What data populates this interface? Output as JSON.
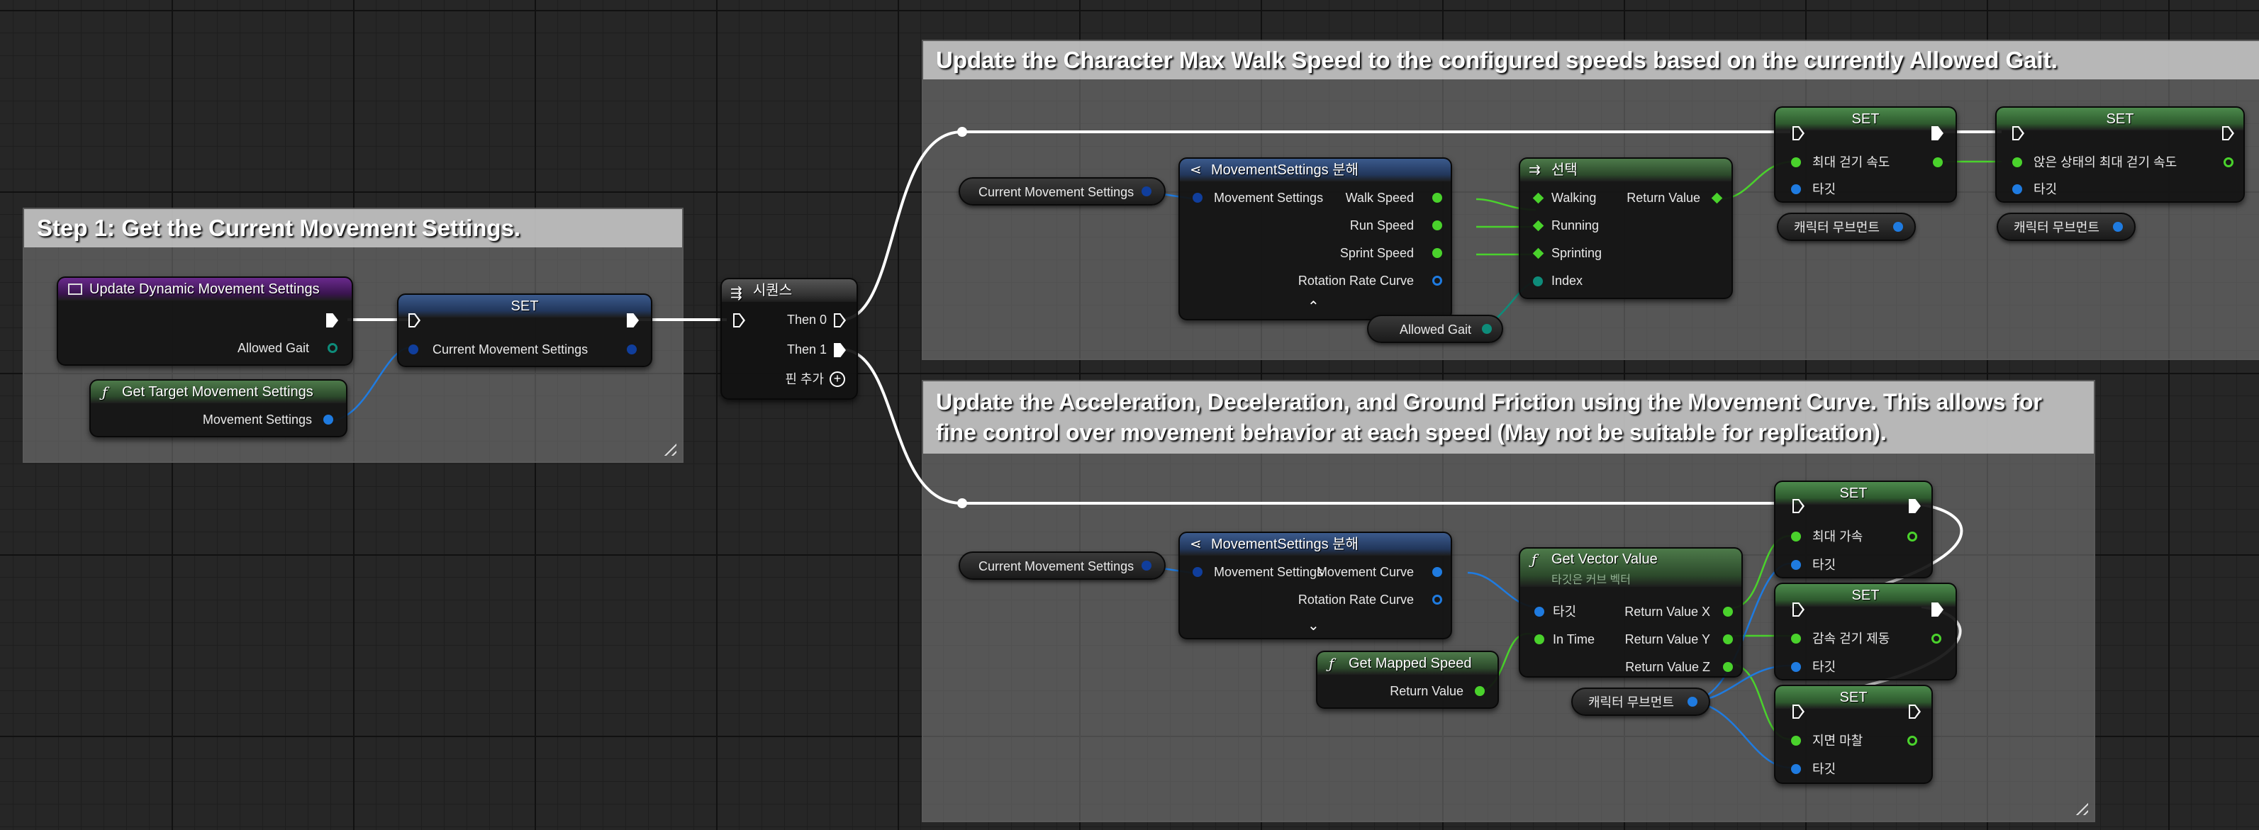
{
  "comments": {
    "step1": "Step 1: Get the Current Movement Settings.",
    "max_walk": "Update the Character Max Walk Speed to the configured speeds based on the currently Allowed Gait.",
    "accel": "Update the Acceleration, Deceleration, and Ground Friction using the Movement Curve. This allows for fine control over movement behavior at each speed (May not be suitable for replication)."
  },
  "nodes": {
    "update_dynamic": {
      "title": "Update Dynamic Movement Settings",
      "allowed_gait": "Allowed Gait"
    },
    "get_target": {
      "title": "Get Target Movement Settings",
      "movement_settings": "Movement Settings"
    },
    "set_current": {
      "title": "SET",
      "current_movement_settings": "Current Movement Settings"
    },
    "sequence": {
      "title": "시퀀스",
      "then0": "Then 0",
      "then1": "Then 1",
      "add_pin": "핀 추가"
    },
    "break_top": {
      "title": "MovementSettings 분해",
      "input": "Movement Settings",
      "walk_speed": "Walk Speed",
      "run_speed": "Run Speed",
      "sprint_speed": "Sprint Speed",
      "rotation_rate_curve": "Rotation Rate Curve"
    },
    "select": {
      "title": "선택",
      "walking": "Walking",
      "running": "Running",
      "sprinting": "Sprinting",
      "index": "Index",
      "return_value": "Return Value"
    },
    "set_max_walk": {
      "title": "SET",
      "field": "최대 걷기 속도",
      "target": "타깃"
    },
    "set_max_walk_crouch": {
      "title": "SET",
      "field": "앉은 상태의 최대 걷기 속도",
      "target": "타깃"
    },
    "break_bottom": {
      "title": "MovementSettings 분해",
      "input": "Movement Settings",
      "movement_curve": "Movement Curve",
      "rotation_rate_curve": "Rotation Rate Curve"
    },
    "get_vector": {
      "title": "Get Vector Value",
      "subtitle": "타깃은 커브 벡터",
      "target": "타깃",
      "in_time": "In Time",
      "rx": "Return Value X",
      "ry": "Return Value Y",
      "rz": "Return Value Z"
    },
    "get_mapped": {
      "title": "Get Mapped Speed",
      "return_value": "Return Value"
    },
    "set_accel": {
      "title": "SET",
      "field": "최대 가속",
      "target": "타깃"
    },
    "set_decel": {
      "title": "SET",
      "field": "감속 걷기 제동",
      "target": "타깃"
    },
    "set_friction": {
      "title": "SET",
      "field": "지면 마찰",
      "target": "타깃"
    }
  },
  "variables": {
    "current_ms_top": "Current Movement Settings",
    "current_ms_bottom": "Current Movement Settings",
    "allowed_gait": "Allowed Gait",
    "char_movement_1": "캐릭터 무브먼트",
    "char_movement_2": "캐릭터 무브먼트",
    "char_movement_3": "캐릭터 무브먼트"
  },
  "colors": {
    "exec": "#ffffff",
    "struct_pin": "#1f7be0",
    "float_pin": "#4ad22c",
    "enum_pin": "#0e8c7a",
    "comment_bg": "#7d7d7d"
  },
  "icons": {
    "function": "function-icon",
    "sequence": "sequence-icon",
    "break": "break-struct-icon",
    "select": "select-icon",
    "event": "event-icon",
    "add": "add-circle-icon",
    "expand": "chevron-icon"
  }
}
